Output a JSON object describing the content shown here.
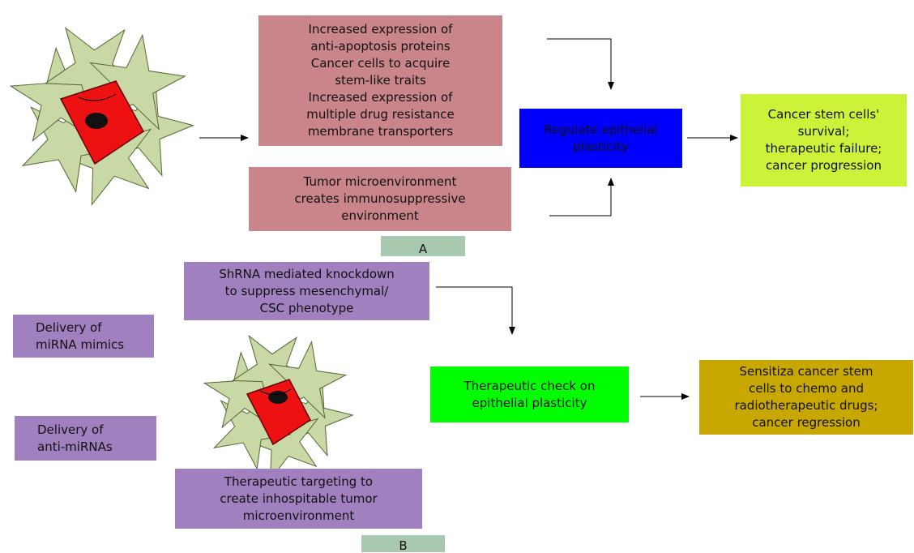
{
  "panel_a": {
    "box_top_text": "Increased expression of\nanti-apoptosis proteins\nCancer cells to acquire\nstem-like traits\nIncreased expression of\nmultiple drug resistance\nmembrane transporters",
    "box_tumor_text": "Tumor microenvironment\ncreates immunosuppressive\nenvironment",
    "box_regulate_text": "Regulate epithelial\nplasticity",
    "box_outcome_text": "Cancer stem cells'\nsurvival;\ntherapeutic failure;\ncancer progression",
    "label": "A"
  },
  "panel_b": {
    "box_shrna_text": "ShRNA mediated knockdown\nto suppress mesenchymal/\nCSC phenotype",
    "box_mimics_text": "Delivery of\nmiRNA mimics",
    "box_anti_text": "Delivery of\nanti-miRNAs",
    "box_targeting_text": "Therapeutic targeting to\ncreate inhospitable tumor\nmicroenvironment",
    "box_check_text": "Therapeutic check on\nepithelial plasticity",
    "box_sensitize_text": "Sensitiza cancer stem\ncells to chemo and\nradiotherapeutic drugs;\ncancer regression",
    "label": "B"
  },
  "colors": {
    "rose": "#c9858a",
    "purple": "#a180c0",
    "blue": "#0000ff",
    "yellow_green": "#ccf23a",
    "green": "#00ff00",
    "gold": "#c8a700",
    "label_bg": "#a8c8b0",
    "star_fill": "#c9d9a6",
    "cell_red": "#ee1111"
  }
}
